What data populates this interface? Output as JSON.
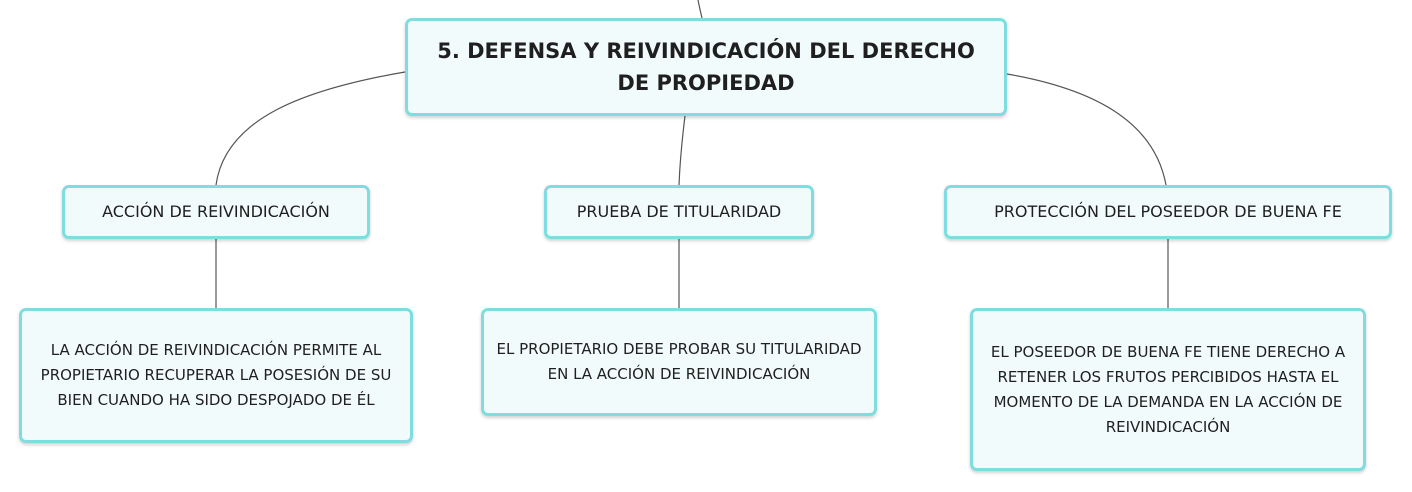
{
  "root": {
    "label": "5. DEFENSA Y REIVINDICACIÓN DEL DERECHO DE PROPIEDAD"
  },
  "branches": [
    {
      "label": "ACCIÓN DE REIVINDICACIÓN",
      "detail": "LA ACCIÓN DE REIVINDICACIÓN PERMITE AL PROPIETARIO RECUPERAR LA POSESIÓN DE SU BIEN CUANDO HA SIDO DESPOJADO DE ÉL"
    },
    {
      "label": "PRUEBA DE TITULARIDAD",
      "detail": "EL PROPIETARIO DEBE PROBAR SU TITULARIDAD EN LA ACCIÓN DE REIVINDICACIÓN"
    },
    {
      "label": "PROTECCIÓN DEL POSEEDOR DE BUENA FE",
      "detail": "EL POSEEDOR DE BUENA FE TIENE DERECHO A RETENER LOS FRUTOS PERCIBIDOS HASTA EL MOMENTO DE LA DEMANDA EN LA ACCIÓN DE REIVINDICACIÓN"
    }
  ],
  "colors": {
    "node_border": "#7fdde0",
    "node_fill": "#f2fbfc",
    "connector": "#555555",
    "text": "#1f1f1f"
  }
}
